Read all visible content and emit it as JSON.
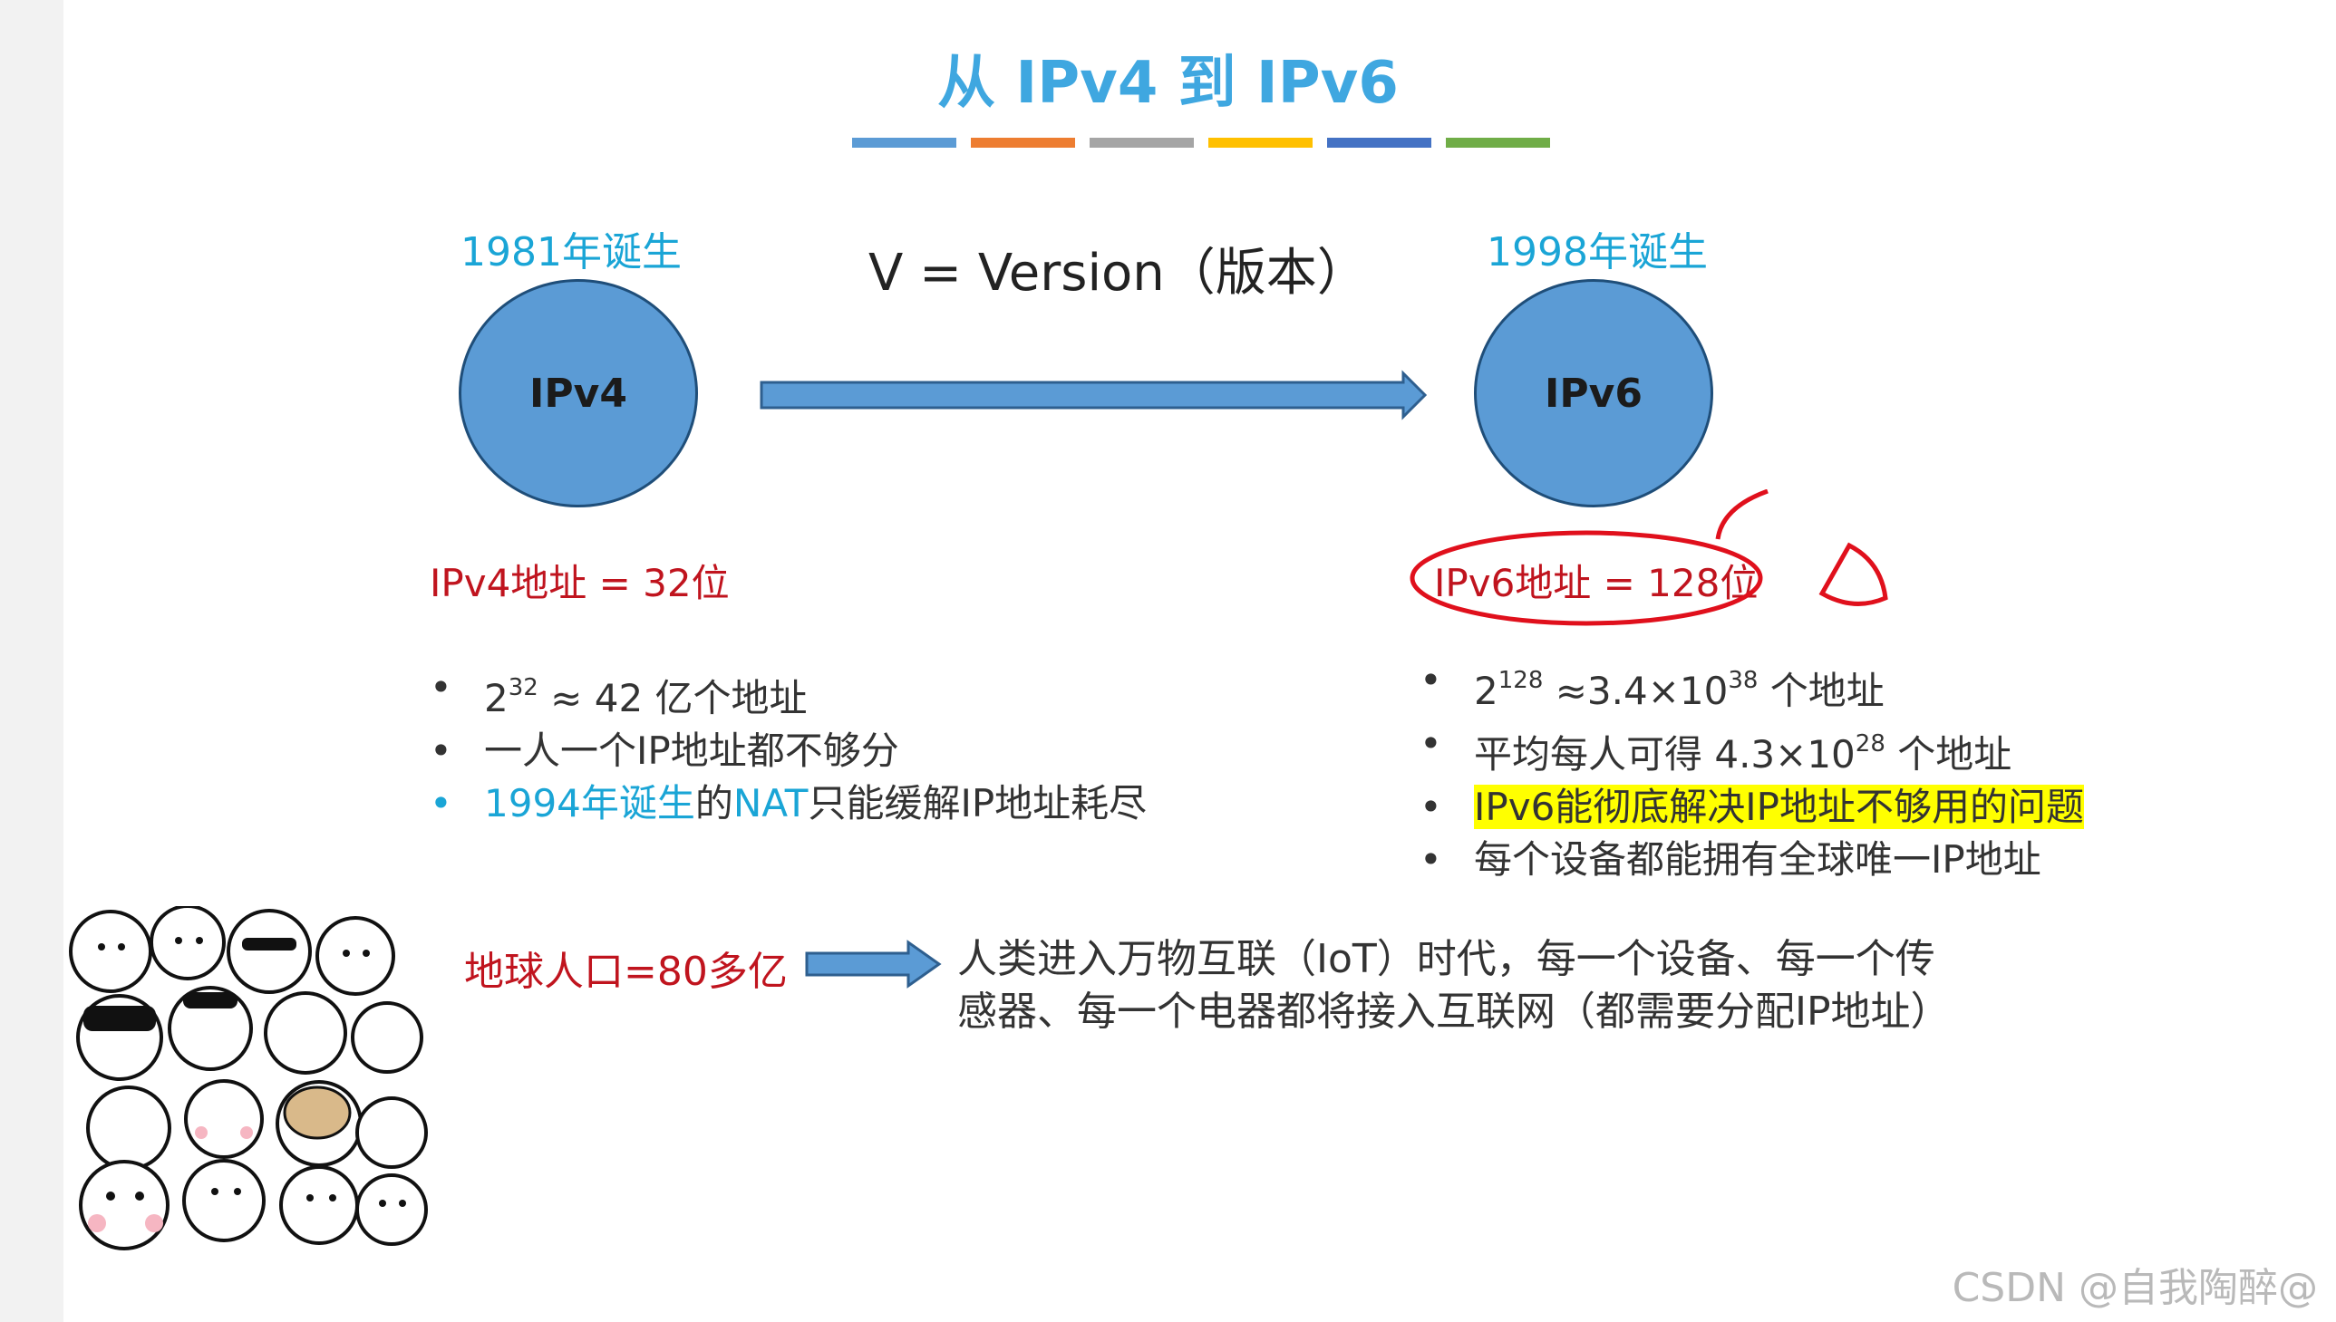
{
  "slide": {
    "title": "从 IPv4 到 IPv6",
    "title_color": "#3fa7e0",
    "bar_colors": [
      "#5b9bd5",
      "#ed7d31",
      "#a5a5a5",
      "#ffc000",
      "#4472c4",
      "#70ad47"
    ]
  },
  "diagram": {
    "ipv4_born": "1981年诞生",
    "ipv6_born": "1998年诞生",
    "version_label": "V = Version（版本）",
    "ipv4_label": "IPv4",
    "ipv6_label": "IPv6",
    "circle_color": "#5b9bd5"
  },
  "ipv4": {
    "address": "IPv4地址 = 32位",
    "bullet1_base": "2",
    "bullet1_exp": "32",
    "bullet1_rest": " ≈ 42 亿个地址",
    "bullet2": "一人一个IP地址都不够分",
    "bullet3_a": "1994年诞生",
    "bullet3_b": "的",
    "bullet3_c": "NAT",
    "bullet3_d": "只能缓解IP地址耗尽"
  },
  "ipv6": {
    "address": "IPv6地址 = 128位",
    "bullet1_base": "2",
    "bullet1_exp": "128",
    "bullet1_mid": "  ≈3.4×10",
    "bullet1_exp2": "38",
    "bullet1_rest": " 个地址",
    "bullet2_a": "平均每人可得 4.3×10",
    "bullet2_exp": "28",
    "bullet2_rest": " 个地址",
    "bullet3": "IPv6能彻底解决IP地址不够用的问题",
    "bullet4": "每个设备都能拥有全球唯一IP地址"
  },
  "bottom": {
    "population": "地球人口=80多亿",
    "iot_line1": "人类进入万物互联（IoT）时代，每一个设备、每一个传",
    "iot_line2": "感器、每一个电器都将接入互联网（都需要分配IP地址）"
  },
  "watermark": "CSDN @自我陶醉@"
}
